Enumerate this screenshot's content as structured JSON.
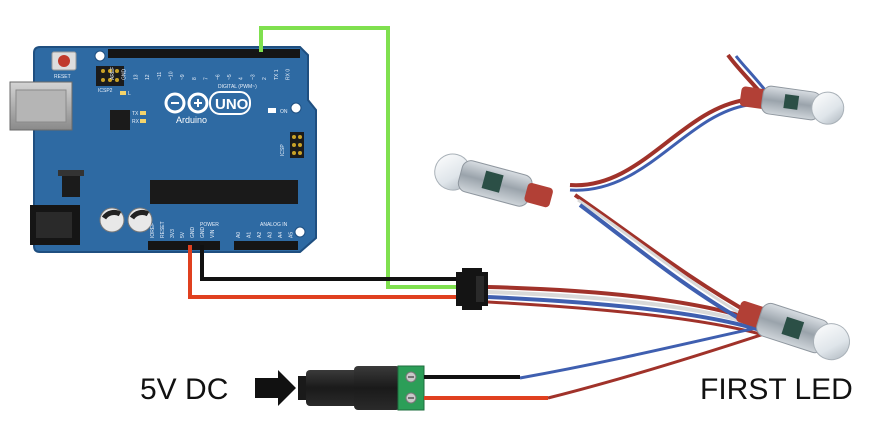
{
  "labels": {
    "power_input": "5V DC",
    "first_led": "FIRST LED"
  },
  "arduino": {
    "model": "UNO",
    "brand": "Arduino",
    "reset_label": "RESET",
    "icsp_label": "ICSP",
    "icsp2_label": "ICSP2",
    "on_label": "ON",
    "tx_label": "TX",
    "rx_label": "RX",
    "l_label": "L",
    "digital_label": "DIGITAL (PWM~)",
    "power_label": "POWER",
    "analog_label": "ANALOG IN",
    "top_pins": [
      "AREF",
      "GND",
      "13",
      "12",
      "~11",
      "~10",
      "~9",
      "8",
      "7",
      "~6",
      "~5",
      "4",
      "~3",
      "2",
      "TX 1",
      "RX 0"
    ],
    "power_pins": [
      "IOREF",
      "RESET",
      "3V3",
      "5V",
      "GND",
      "GND",
      "VIN"
    ],
    "analog_pins": [
      "A0",
      "A1",
      "A2",
      "A3",
      "A4",
      "A5"
    ]
  },
  "colors": {
    "board": "#2e6aa3",
    "board_edge": "#1f4f80",
    "wire_data": "#7fe04f",
    "wire_ground": "#111111",
    "wire_power": "#e0401f",
    "terminal_block": "#2c9e58",
    "led_cable_red": "#a0322a",
    "led_cable_blue": "#3f5fb0",
    "led_cable_white": "#d9d9d9"
  }
}
